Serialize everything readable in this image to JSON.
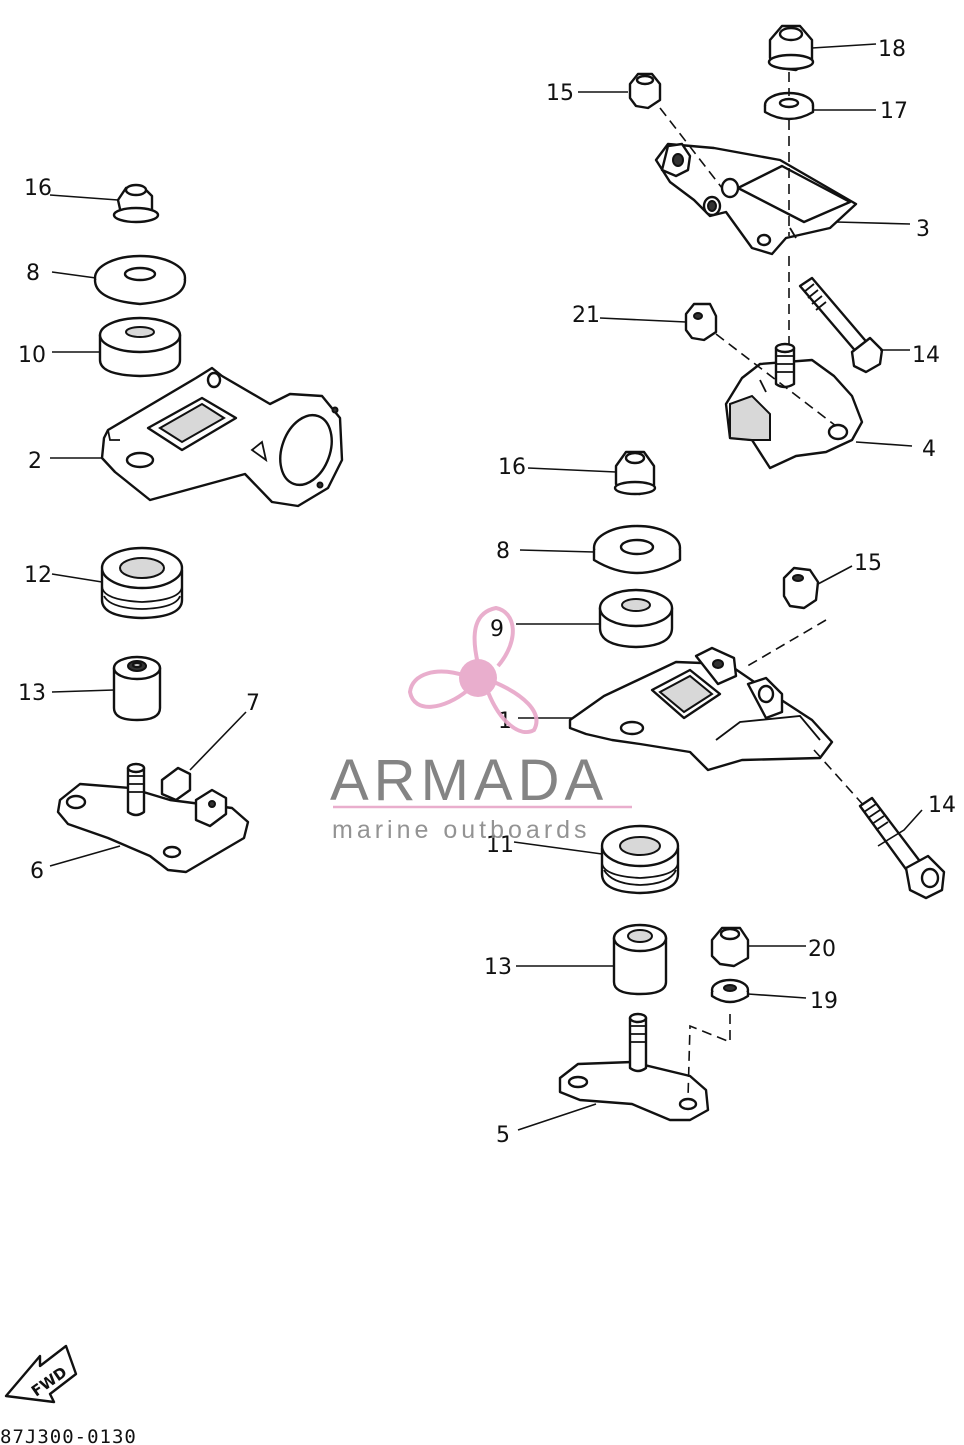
{
  "diagram": {
    "drawing_code": "87J300-0130",
    "fwd_label": "FWD",
    "callouts": [
      "16",
      "8",
      "10",
      "2",
      "12",
      "13",
      "7",
      "6",
      "18",
      "15",
      "17",
      "3",
      "21",
      "14",
      "4",
      "16",
      "8",
      "15",
      "9",
      "1",
      "14",
      "11",
      "20",
      "13",
      "19",
      "5"
    ]
  },
  "watermark": {
    "title": "ARMADA",
    "subtitle": "marine outboards",
    "accent_color": "#e7a6c8"
  }
}
